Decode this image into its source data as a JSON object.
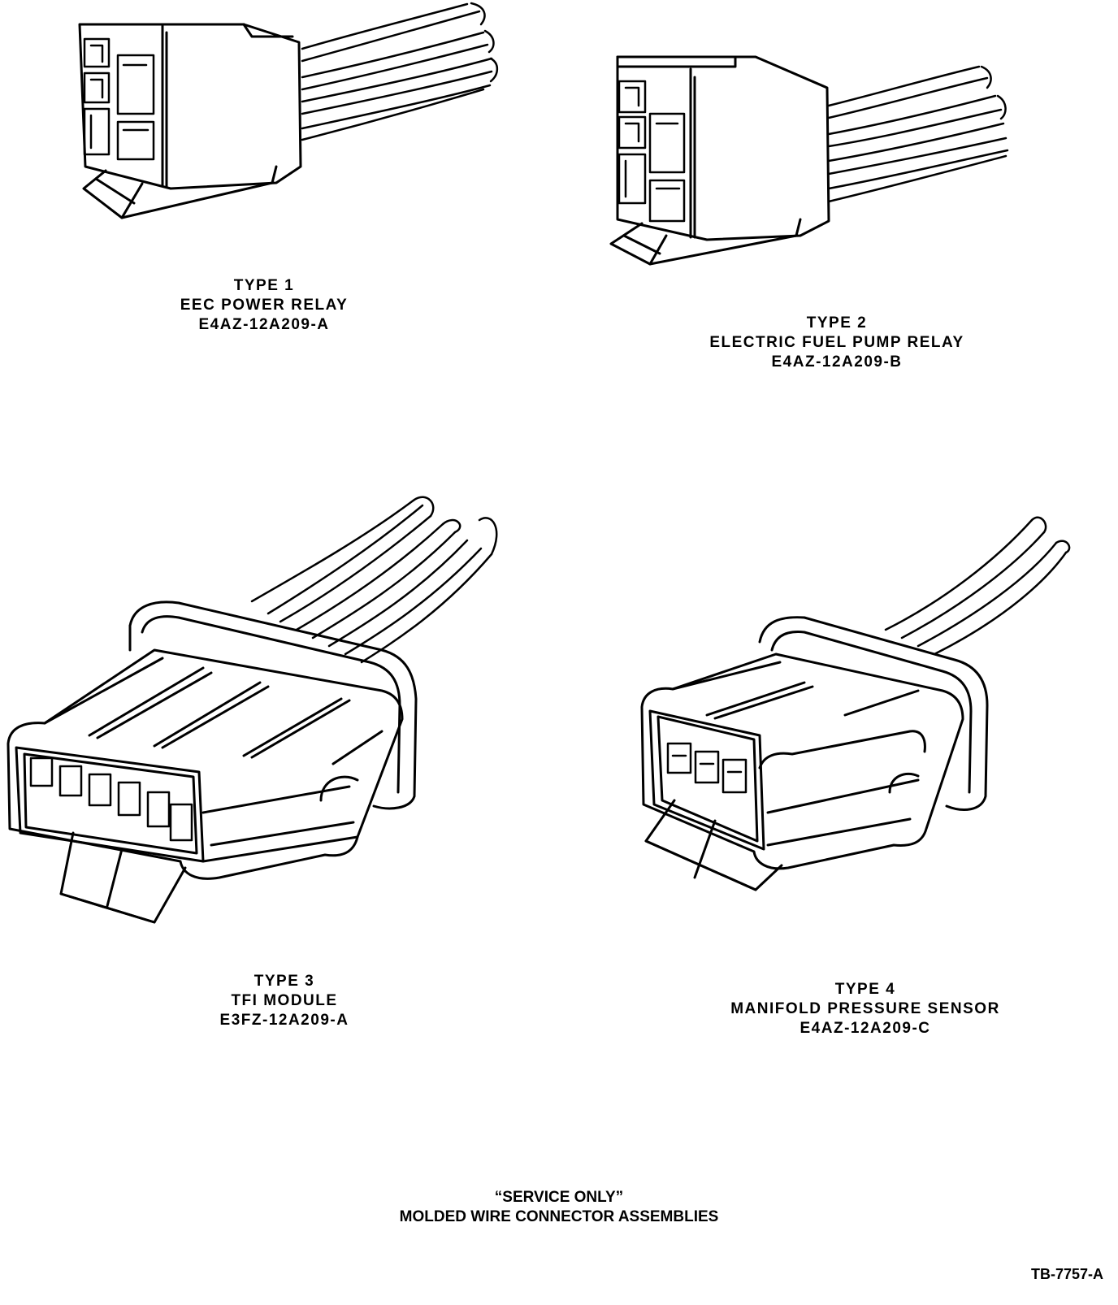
{
  "connectors": [
    {
      "type": "TYPE 1",
      "name": "EEC POWER RELAY",
      "part": "E4AZ-12A209-A"
    },
    {
      "type": "TYPE 2",
      "name": "ELECTRIC FUEL PUMP RELAY",
      "part": "E4AZ-12A209-B"
    },
    {
      "type": "TYPE 3",
      "name": "TFI MODULE",
      "part": "E3FZ-12A209-A"
    },
    {
      "type": "TYPE 4",
      "name": "MANIFOLD PRESSURE SENSOR",
      "part": "E4AZ-12A209-C"
    }
  ],
  "footer": {
    "line1": "“SERVICE ONLY”",
    "line2": "MOLDED WIRE CONNECTOR ASSEMBLIES"
  },
  "figure_id": "TB-7757-A"
}
